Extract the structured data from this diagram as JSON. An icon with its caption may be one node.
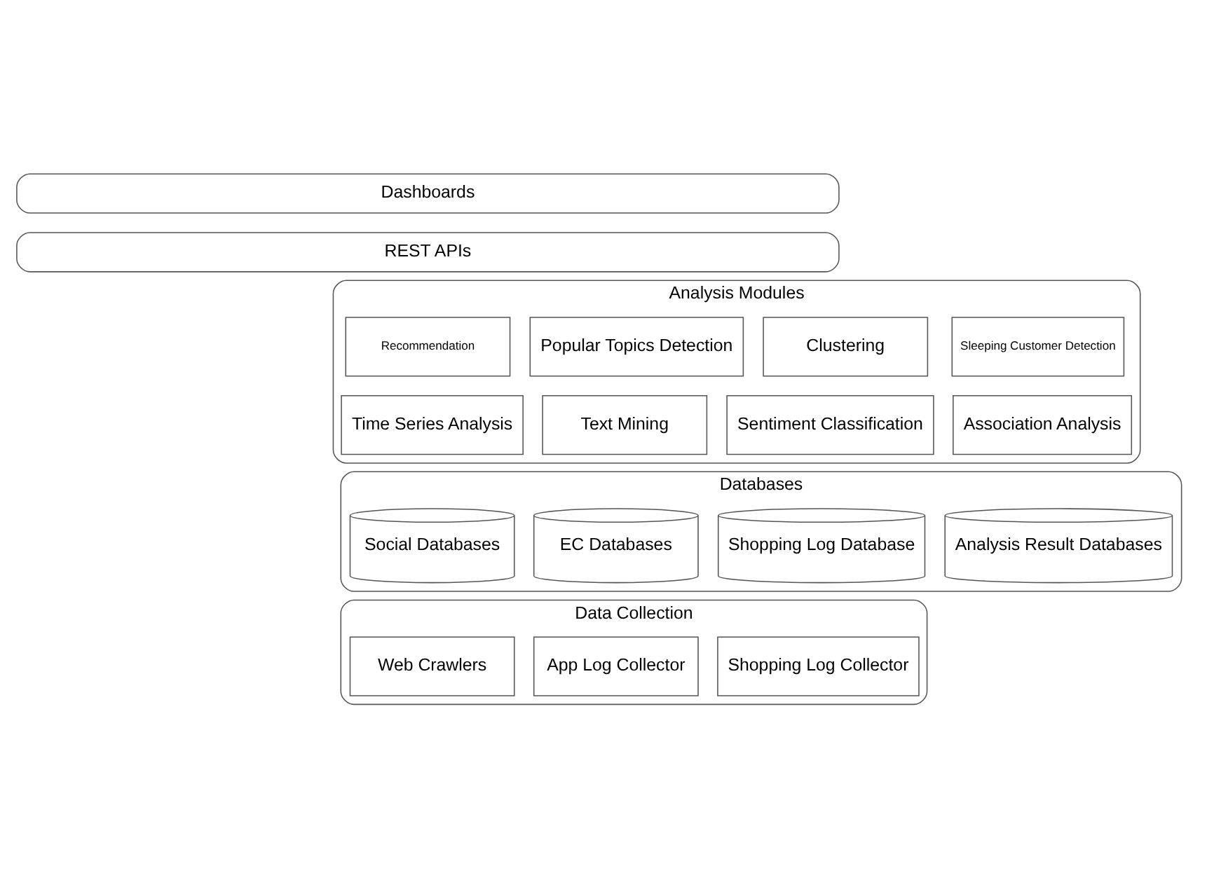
{
  "diagram": {
    "nodes": [
      {
        "text": [
          "Dashboards"
        ]
      },
      {
        "text": [
          "REST APIs"
        ]
      },
      {
        "text": [
          "Analysis Modules"
        ]
      },
      {
        "text": [
          "Recommendation"
        ],
        "in": 2
      },
      {
        "text": [
          "Popular Topics Detection"
        ],
        "in": 2
      },
      {
        "text": [
          "Clustering"
        ],
        "in": 2
      },
      {
        "text": [
          "Sleeping Customer Detection"
        ],
        "in": 2
      },
      {
        "text": [
          "Time Series Analysis"
        ],
        "in": 2
      },
      {
        "text": [
          "Text Mining"
        ],
        "in": 2
      },
      {
        "text": [
          "Sentiment Classification"
        ],
        "in": 2
      },
      {
        "text": [
          "Association Analysis"
        ],
        "in": 2
      },
      {
        "text": [
          "Databases"
        ]
      },
      {
        "text": [
          "Social Databases"
        ],
        "in": 11
      },
      {
        "text": [
          "EC Databases"
        ],
        "in": 11
      },
      {
        "text": [
          "Shopping Log Database"
        ],
        "in": 11
      },
      {
        "text": [
          "Analysis Result Databases"
        ],
        "in": 11
      },
      {
        "text": [
          "Data Collection"
        ]
      },
      {
        "text": [
          "Web Crawlers"
        ],
        "in": 16
      },
      {
        "text": [
          "App Log Collector"
        ],
        "in": 16
      },
      {
        "text": [
          "Shopping Log Collector"
        ],
        "in": 16
      }
    ],
    "edges": []
  }
}
